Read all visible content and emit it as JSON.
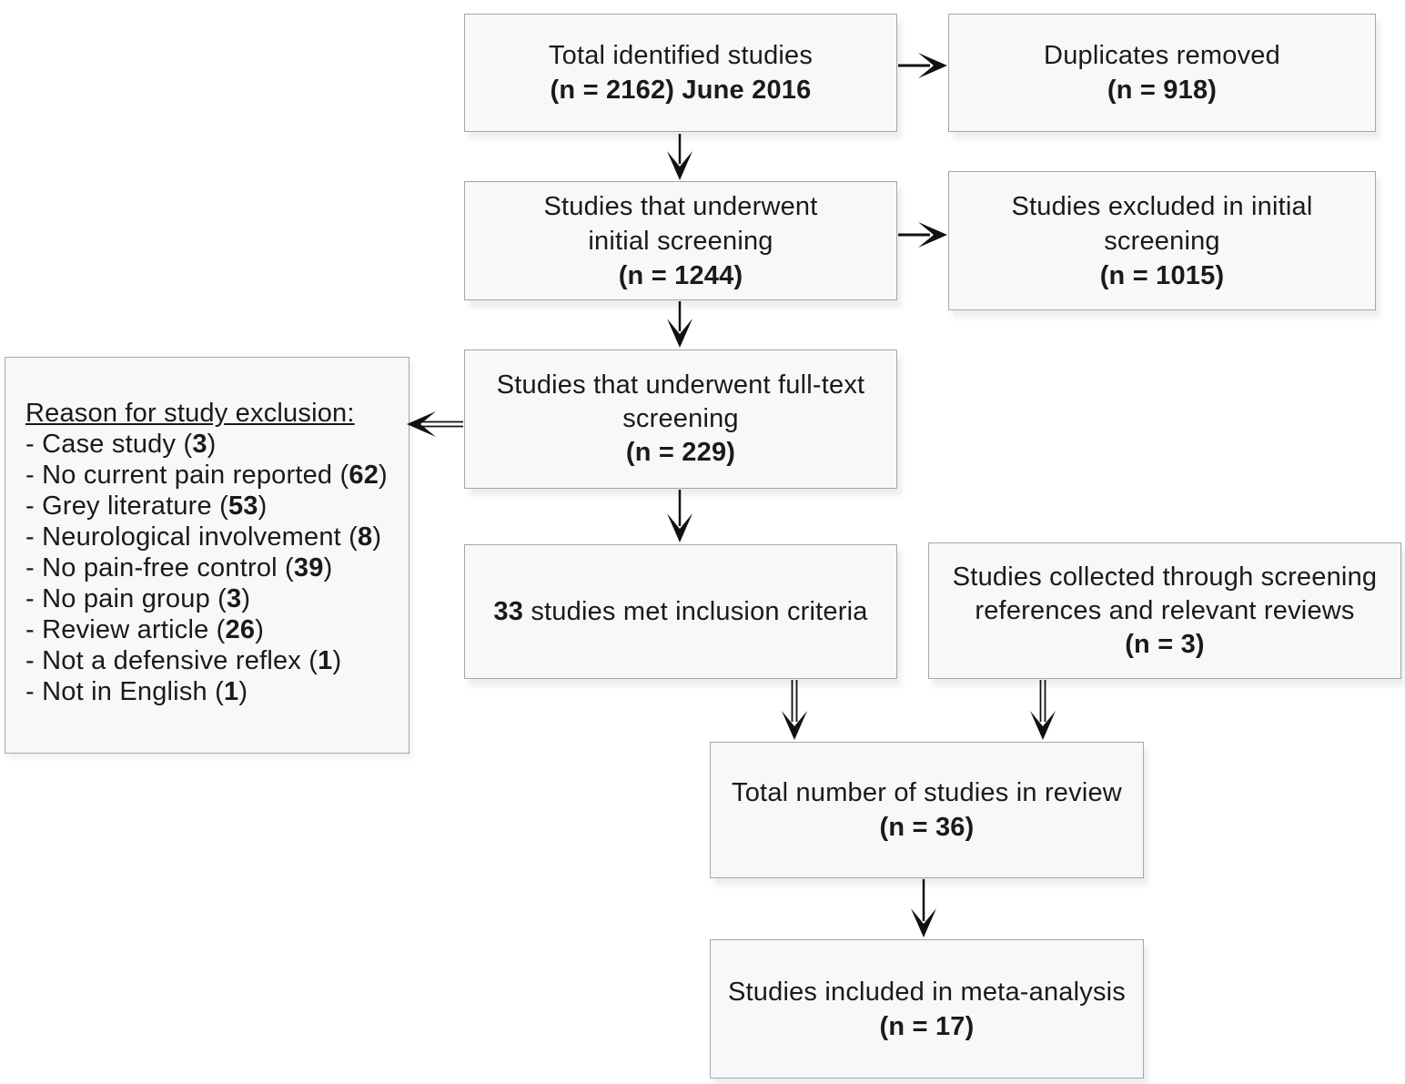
{
  "diagram": {
    "boxes": {
      "total_identified": {
        "line1": "Total identified studies",
        "line2": "(n = 2162) June 2016"
      },
      "duplicates_removed": {
        "line1": "Duplicates removed",
        "line2": "(n = 918)"
      },
      "initial_screening": {
        "line1": "Studies that underwent",
        "line2": "initial screening",
        "line3": "(n = 1244)"
      },
      "excluded_initial": {
        "line1": "Studies excluded in initial",
        "line2": "screening",
        "line3": "(n = 1015)"
      },
      "fulltext_screening": {
        "line1": "Studies that underwent full-text",
        "line2": "screening",
        "line3": "(n = 229)"
      },
      "inclusion_criteria": {
        "count": "33",
        "text": " studies met inclusion criteria"
      },
      "references_reviews": {
        "line1": "Studies collected through screening",
        "line2": "references and relevant reviews",
        "line3": "(n = 3)"
      },
      "total_review": {
        "line1": "Total number of studies in review",
        "line2": "(n = 36)"
      },
      "meta_analysis": {
        "line1": "Studies included in meta-analysis",
        "line2": "(n = 17)"
      }
    },
    "exclusion_box": {
      "title": "Reason for study exclusion:",
      "items": [
        {
          "prefix": "- Case study (",
          "count": "3",
          "suffix": ")"
        },
        {
          "prefix": "- No current pain reported (",
          "count": "62",
          "suffix": ")"
        },
        {
          "prefix": "- Grey literature (",
          "count": "53",
          "suffix": ")"
        },
        {
          "prefix": "- Neurological involvement (",
          "count": "8",
          "suffix": ")"
        },
        {
          "prefix": "- No pain-free control (",
          "count": "39",
          "suffix": ")"
        },
        {
          "prefix": "- No pain group (",
          "count": "3",
          "suffix": ")"
        },
        {
          "prefix": "- Review article (",
          "count": "26",
          "suffix": ")"
        },
        {
          "prefix": "- Not a defensive reflex (",
          "count": "1",
          "suffix": ")"
        },
        {
          "prefix": "- Not in English (",
          "count": "1",
          "suffix": ")"
        }
      ]
    },
    "colors": {
      "box_fill": "#f8f8f8",
      "box_border": "#a6a6a6",
      "text": "#1a1a1a",
      "arrow": "#111111"
    }
  }
}
